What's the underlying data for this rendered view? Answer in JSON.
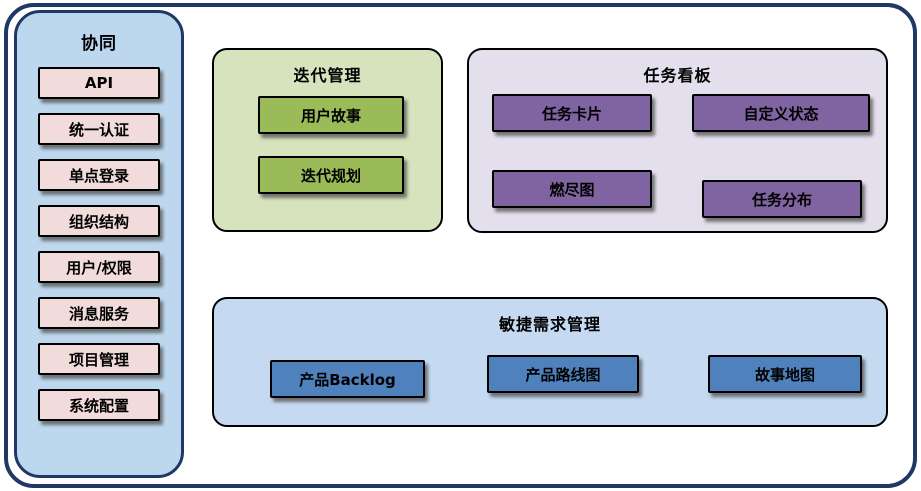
{
  "collab": {
    "title": "协同",
    "items": [
      "API",
      "统一认证",
      "单点登录",
      "组织结构",
      "用户/权限",
      "消息服务",
      "项目管理",
      "系统配置"
    ]
  },
  "iteration": {
    "title": "迭代管理",
    "items": [
      "用户故事",
      "迭代规划"
    ]
  },
  "kanban": {
    "title": "任务看板",
    "items": [
      "任务卡片",
      "自定义状态",
      "燃尽图",
      "任务分布"
    ]
  },
  "agile": {
    "title": "敏捷需求管理",
    "items": [
      "产品Backlog",
      "产品路线图",
      "故事地图"
    ]
  },
  "colors": {
    "frame_border": "#1F3864",
    "collab_panel_fill": "#BDD7EE",
    "collab_item_fill": "#F2DCDB",
    "iteration_panel_fill": "#D6E3BC",
    "iteration_item_fill": "#9BBB59",
    "kanban_panel_fill": "#E4DFEC",
    "kanban_item_fill": "#8064A2",
    "agile_panel_fill": "#C5D9F1",
    "agile_item_fill": "#4F81BD",
    "item_text": "#000000"
  }
}
